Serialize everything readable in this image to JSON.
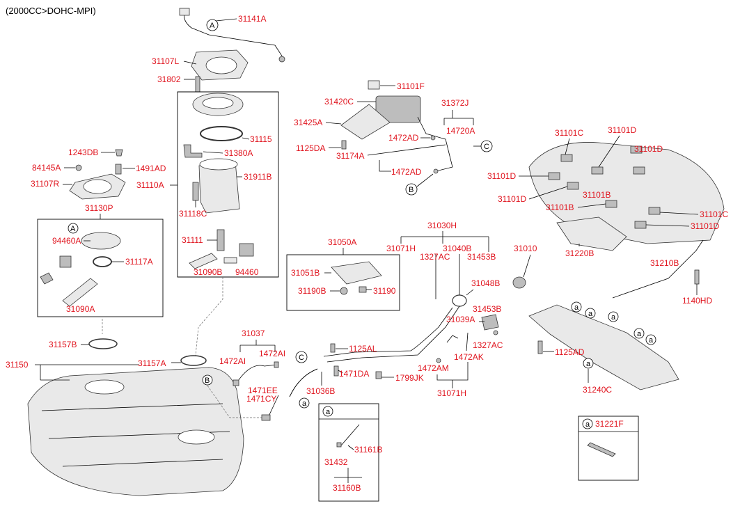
{
  "header": {
    "engine_spec": "(2000CC>DOHC-MPI)"
  },
  "callouts": {
    "a": "a",
    "A": "A",
    "B": "B",
    "C": "C"
  },
  "labels": {
    "p31141A": "31141A",
    "p31107L": "31107L",
    "p31802": "31802",
    "p31115": "31115",
    "p31380A": "31380A",
    "p31911B": "31911B",
    "p31110A": "31110A",
    "p31118C": "31118C",
    "p31111": "31111",
    "p31090B": "31090B",
    "p94460": "94460",
    "p1243DB": "1243DB",
    "p84145A": "84145A",
    "p1491AD": "1491AD",
    "p31107R": "31107R",
    "p31130P": "31130P",
    "p94460A": "94460A",
    "p31117A": "31117A",
    "p31090A": "31090A",
    "p31101F": "31101F",
    "p31420C": "31420C",
    "p31372J": "31372J",
    "p31425A": "31425A",
    "p14720A": "14720A",
    "p1472AD_1": "1472AD",
    "p1125DA": "1125DA",
    "p31174A": "31174A",
    "p1472AD_2": "1472AD",
    "p31101C": "31101C",
    "p31101D_1": "31101D",
    "p31101D_2": "31101D",
    "p31101D_3": "31101D",
    "p31101B_1": "31101B",
    "p31101D_4": "31101D",
    "p31101B_2": "31101B",
    "p31101C_2": "31101C",
    "p31101D_5": "31101D",
    "p31220B": "31220B",
    "p31030H": "31030H",
    "p31071H_1": "31071H",
    "p31040B": "31040B",
    "p31010": "31010",
    "p1327AC_1": "1327AC",
    "p31453B_1": "31453B",
    "p31050A": "31050A",
    "p31051B": "31051B",
    "p31190B": "31190B",
    "p31190": "31190",
    "p31048B": "31048B",
    "p31210B": "31210B",
    "p31453B_2": "31453B",
    "p1140HD": "1140HD",
    "p31039A": "31039A",
    "p1327AC_2": "1327AC",
    "p1125AD": "1125AD",
    "p31037": "31037",
    "p31157B": "31157B",
    "p1125AL": "1125AL",
    "p1472AK": "1472AK",
    "p1472AI_1": "1472AI",
    "p1472AI_2": "1472AI",
    "p31150": "31150",
    "p31157A": "31157A",
    "p1472AM": "1472AM",
    "p1471DA": "1471DA",
    "p1799JK": "1799JK",
    "p31036B": "31036B",
    "p1471EE": "1471EE",
    "p1471CY": "1471CY",
    "p31071H_2": "31071H",
    "p31240C": "31240C",
    "p31161B": "31161B",
    "p31432": "31432",
    "p31160B": "31160B",
    "p31221F": "31221F"
  },
  "colors": {
    "label": "#e0141e",
    "line": "#000000",
    "part_fill": "#e9e9e9"
  }
}
